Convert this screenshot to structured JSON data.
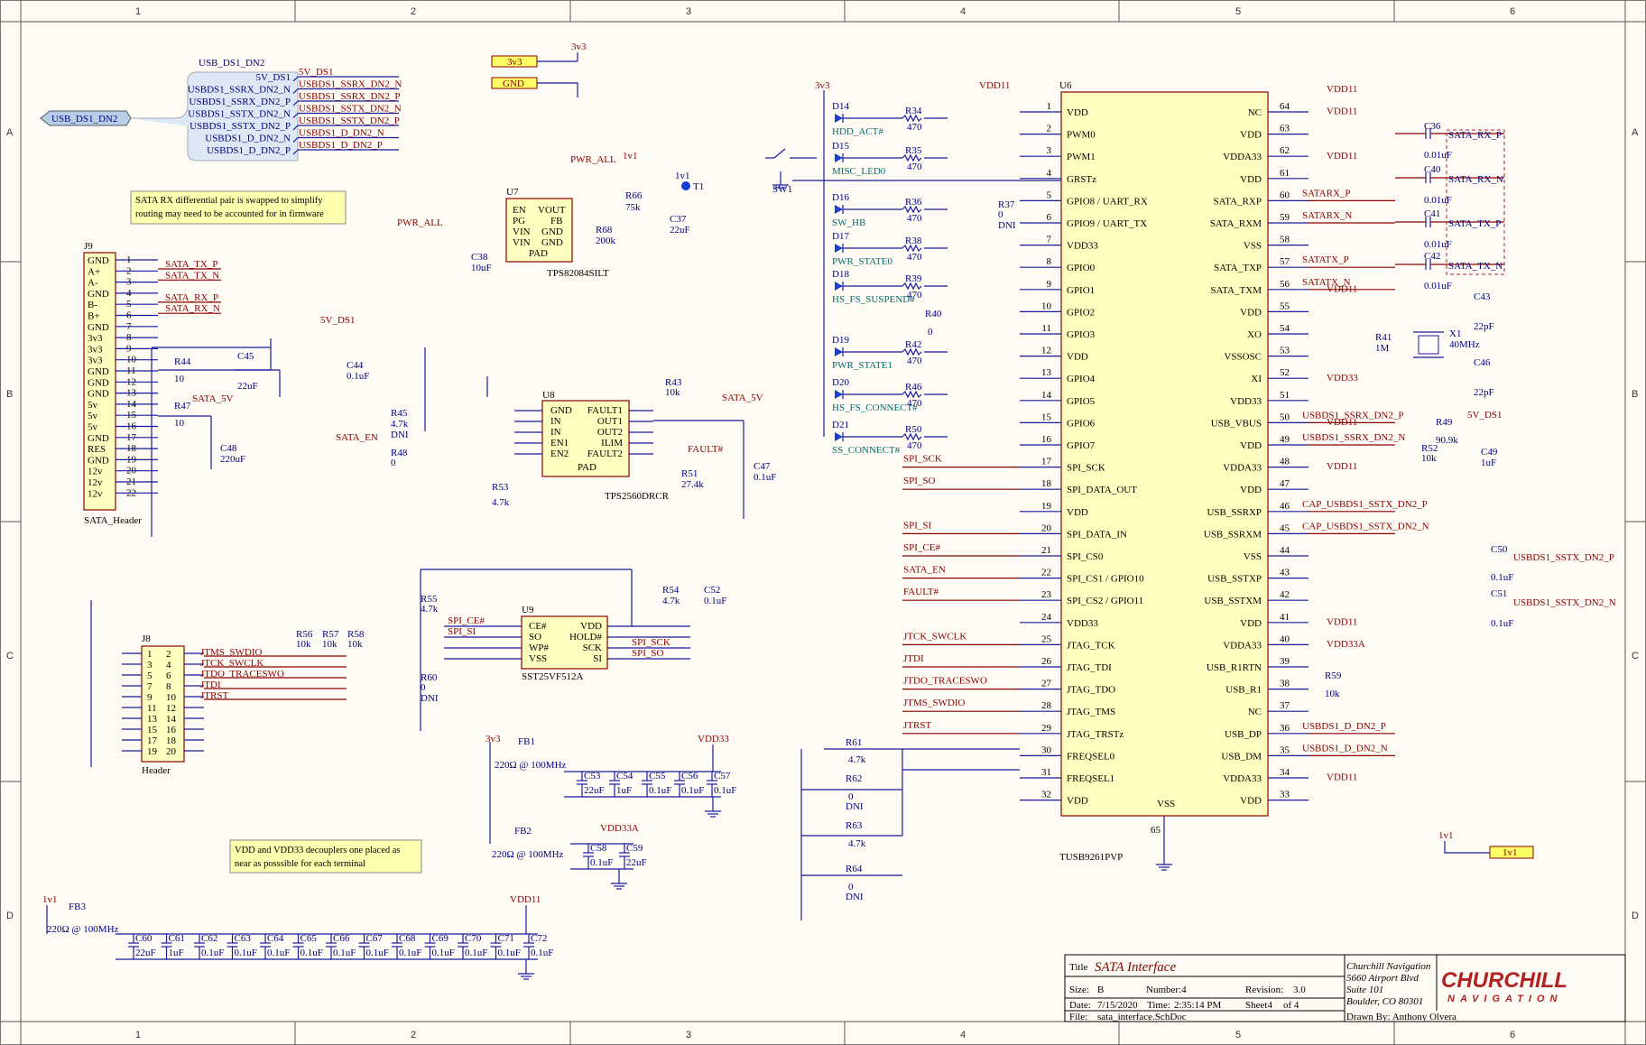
{
  "sheet": {
    "zones_top": [
      "1",
      "2",
      "3",
      "4",
      "5",
      "6"
    ],
    "zones_side": [
      "A",
      "B",
      "C",
      "D"
    ]
  },
  "title_block": {
    "title_label": "Title",
    "title": "SATA Interface",
    "size_label": "Size:",
    "size": "B",
    "number": "Number:4",
    "revision_label": "Revision:",
    "revision": "3.0",
    "date_label": "Date:",
    "date": "7/15/2020",
    "time_label": "Time:",
    "time": "2:35:14 PM",
    "sheet": "Sheet4",
    "of": "of  4",
    "file_label": "File:",
    "file": "sata_interface.SchDoc",
    "company": "Churchill Navigation",
    "addr1": "5660 Airport Blvd",
    "addr2": "Suite 101",
    "addr3": "Boulder, CO 80301",
    "drawn_by": "Drawn By:  Anthony Olvera",
    "logo_top": "CHURCHILL",
    "logo_bottom": "NAVIGATION"
  },
  "notes": {
    "sata_rx": [
      "SATA RX differential pair is swapped to simplify",
      "routing may need to be accounted for in firmware"
    ],
    "decouplers": [
      "VDD and VDD33 decouplers one placed as",
      "near as posssible for each terminal"
    ]
  },
  "bus": {
    "port": "USB_DS1_DN2",
    "label": "USB_DS1_DN2",
    "entries": [
      "5V_DS1",
      "USBDS1_SSRX_DN2_N",
      "USBDS1_SSRX_DN2_P",
      "USBDS1_SSTX_DN2_N",
      "USBDS1_SSTX_DN2_P",
      "USBDS1_D_DN2_N",
      "USBDS1_D_DN2_P"
    ],
    "nets": [
      "5V_DS1",
      "USBDS1_SSRX_DN2_N",
      "USBDS1_SSRX_DN2_P",
      "USBDS1_SSTX_DN2_N",
      "USBDS1_SSTX_DN2_P",
      "USBDS1_D_DN2_N",
      "USBDS1_D_DN2_P"
    ]
  },
  "ports": {
    "p3v3": "3v3",
    "gnd": "GND",
    "p1v1": "1v1"
  },
  "j9": {
    "ref": "J9",
    "name": "SATA_Header",
    "pins": [
      "GND",
      "A+",
      "A-",
      "GND",
      "B-",
      "B+",
      "GND",
      "3v3",
      "3v3",
      "3v3",
      "GND",
      "GND",
      "GND",
      "5v",
      "5v",
      "5v",
      "GND",
      "RES",
      "GND",
      "12v",
      "12v",
      "12v"
    ],
    "nets": [
      "SATA_TX_P",
      "SATA_TX_N",
      "",
      "SATA_RX_P",
      "SATA_RX_N"
    ]
  },
  "u6": {
    "ref": "U6",
    "part": "TUSB9261PVP",
    "left": [
      [
        "1",
        "VDD"
      ],
      [
        "2",
        "PWM0"
      ],
      [
        "3",
        "PWM1"
      ],
      [
        "4",
        "GRSTz"
      ],
      [
        "5",
        "GPIO8 / UART_RX"
      ],
      [
        "6",
        "GPIO9 / UART_TX"
      ],
      [
        "7",
        "VDD33"
      ],
      [
        "8",
        "GPIO0"
      ],
      [
        "9",
        "GPIO1"
      ],
      [
        "10",
        "GPIO2"
      ],
      [
        "11",
        "GPIO3"
      ],
      [
        "12",
        "VDD"
      ],
      [
        "13",
        "GPIO4"
      ],
      [
        "14",
        "GPIO5"
      ],
      [
        "15",
        "GPIO6"
      ],
      [
        "16",
        "GPIO7"
      ],
      [
        "17",
        "SPI_SCK"
      ],
      [
        "18",
        "SPI_DATA_OUT"
      ],
      [
        "19",
        "VDD"
      ],
      [
        "20",
        "SPI_DATA_IN"
      ],
      [
        "21",
        "SPI_CS0"
      ],
      [
        "22",
        "SPI_CS1 / GPIO10"
      ],
      [
        "23",
        "SPI_CS2 / GPIO11"
      ],
      [
        "24",
        "VDD33"
      ],
      [
        "25",
        "JTAG_TCK"
      ],
      [
        "26",
        "JTAG_TDI"
      ],
      [
        "27",
        "JTAG_TDO"
      ],
      [
        "28",
        "JTAG_TMS"
      ],
      [
        "29",
        "JTAG_TRSTz"
      ],
      [
        "30",
        "FREQSEL0"
      ],
      [
        "31",
        "FREQSEL1"
      ],
      [
        "32",
        "VDD"
      ]
    ],
    "right": [
      [
        "64",
        "NC"
      ],
      [
        "63",
        "VDD"
      ],
      [
        "62",
        "VDDA33"
      ],
      [
        "61",
        "VDD"
      ],
      [
        "60",
        "SATA_RXP"
      ],
      [
        "59",
        "SATA_RXM"
      ],
      [
        "58",
        "VSS"
      ],
      [
        "57",
        "SATA_TXP"
      ],
      [
        "56",
        "SATA_TXM"
      ],
      [
        "55",
        "VDD"
      ],
      [
        "54",
        "XO"
      ],
      [
        "53",
        "VSSOSC"
      ],
      [
        "52",
        "XI"
      ],
      [
        "51",
        "VDD33"
      ],
      [
        "50",
        "USB_VBUS"
      ],
      [
        "49",
        "VDD"
      ],
      [
        "48",
        "VDDA33"
      ],
      [
        "47",
        "VDD"
      ],
      [
        "46",
        "USB_SSRXP"
      ],
      [
        "45",
        "USB_SSRXM"
      ],
      [
        "44",
        "VSS"
      ],
      [
        "43",
        "USB_SSTXP"
      ],
      [
        "42",
        "USB_SSTXM"
      ],
      [
        "41",
        "VDD"
      ],
      [
        "40",
        "VDDA33"
      ],
      [
        "39",
        "USB_R1RTN"
      ],
      [
        "38",
        "USB_R1"
      ],
      [
        "37",
        "NC"
      ],
      [
        "36",
        "USB_DP"
      ],
      [
        "35",
        "USB_DM"
      ],
      [
        "34",
        "VDDA33"
      ],
      [
        "33",
        "VDD"
      ]
    ],
    "bottom_pin": "65",
    "bottom_name": "VSS",
    "left_nets": {
      "SPI_SCK": "SPI_SCK",
      "SPI_SO": "SPI_SO",
      "SPI_SI": "SPI_SI",
      "SPI_CE": "SPI_CE#",
      "SATA_EN": "SATA_EN",
      "FAULT": "FAULT#",
      "JTCK": "JTCK_SWCLK",
      "JTDI": "JTDI",
      "JTDO": "JTDO_TRACESWO",
      "JTMS": "JTMS_SWDIO",
      "JTRST": "JTRST"
    },
    "right_nets": [
      "SATARX_P",
      "SATARX_N",
      "SATATX_P",
      "SATATX_N",
      "USBDS1_SSRX_DN2_P",
      "USBDS1_SSRX_DN2_N",
      "CAP_USBDS1_SSTX_DN2_P",
      "CAP_USBDS1_SSTX_DN2_N",
      "USBDS1_D_DN2_P",
      "USBDS1_D_DN2_N"
    ],
    "supplies": [
      "VDD11",
      "VDD33A",
      "VDD33"
    ]
  },
  "leds": [
    {
      "ref": "D14",
      "net": "HDD_ACT#",
      "r": "R34",
      "v": "470"
    },
    {
      "ref": "D15",
      "net": "MISC_LED0",
      "r": "R35",
      "v": "470"
    },
    {
      "ref": "D16",
      "net": "SW_HB",
      "r": "R36",
      "v": "470"
    },
    {
      "ref": "D17",
      "net": "PWR_STATE0",
      "r": "R38",
      "v": "470"
    },
    {
      "ref": "D18",
      "net": "HS_FS_SUSPEND#",
      "r": "R39",
      "v": "470"
    },
    {
      "ref": "D19",
      "net": "PWR_STATE1",
      "r": "R42",
      "v": "470"
    },
    {
      "ref": "D20",
      "net": "HS_FS_CONNECT#",
      "r": "R46",
      "v": "470"
    },
    {
      "ref": "D21",
      "net": "SS_CONNECT#",
      "r": "R50",
      "v": "470"
    }
  ],
  "parts": {
    "sw1": "SW1",
    "r37": "R37",
    "r37v": "0",
    "r37d": "DNI",
    "r40": "R40",
    "r40v": "0",
    "u7": "U7",
    "u7part": "TPS82084SILT",
    "u7pins": [
      "EN",
      "PG",
      "VIN",
      "VIN",
      "VOUT",
      "FB",
      "GND",
      "GND",
      "PAD"
    ],
    "r66": "R66",
    "r66v": "75k",
    "r68": "R68",
    "r68v": "200k",
    "c37": "C37",
    "c37v": "22uF",
    "c38": "C38",
    "c38v": "10uF",
    "pwr_all": "PWR_ALL",
    "t1": "T1",
    "v1v1": "1v1",
    "u8": "U8",
    "u8part": "TPS2560DRCR",
    "u8pins": [
      "GND",
      "IN",
      "IN",
      "EN1",
      "EN2",
      "PAD",
      "FAULT1",
      "OUT1",
      "OUT2",
      "ILIM",
      "FAULT2"
    ],
    "r43": "R43",
    "r43v": "10k",
    "r45": "R45",
    "r45v": "4.7k",
    "r45d": "DNI",
    "r48": "R48",
    "r48v": "0",
    "r51": "R51",
    "r51v": "27.4k",
    "r53": "R53",
    "r53v": "4.7k",
    "c44": "C44",
    "c44v": "0.1uF",
    "c47": "C47",
    "c47v": "0.1uF",
    "sata_5v": "SATA_5V",
    "sata_en": "SATA_EN",
    "fault": "FAULT#",
    "v5ds1": "5V_DS1",
    "c45": "C45",
    "c45v": "22uF",
    "c48": "C48",
    "c48v": "220uF",
    "r44": "R44",
    "r44v": "10",
    "r47": "R47",
    "r47v": "10",
    "u9": "U9",
    "u9part": "SST25VF512A",
    "u9pins": [
      "CE#",
      "SO",
      "WP#",
      "VSS",
      "VDD",
      "HOLD#",
      "SCK",
      "SI"
    ],
    "r55": "R55",
    "r55v": "4.7k",
    "r60": "R60",
    "r60v": "0",
    "r60d": "DNI",
    "r54": "R54",
    "r54v": "4.7k",
    "c52": "C52",
    "c52v": "0.1uF",
    "j8": "J8",
    "j8name": "Header",
    "j8nets": [
      "JTMS_SWDIO",
      "JTCK_SWCLK",
      "JTDO_TRACESWO",
      "JTDI",
      "JTRST"
    ],
    "r56": "R56",
    "r56v": "10k",
    "r57": "R57",
    "r57v": "10k",
    "r58": "R58",
    "r58v": "10k",
    "fb1": "FB1",
    "fb1v": "220Ω @ 100MHz",
    "fb2": "FB2",
    "fb2v": "220Ω @ 100MHz",
    "fb3": "FB3",
    "fb3v": "220Ω @ 100MHz",
    "vdd33": "VDD33",
    "vdd33a": "VDD33A",
    "vdd11": "VDD11",
    "caps_vdd33": [
      [
        "C53",
        "22uF"
      ],
      [
        "C54",
        "1uF"
      ],
      [
        "C55",
        "0.1uF"
      ],
      [
        "C56",
        "0.1uF"
      ],
      [
        "C57",
        "0.1uF"
      ]
    ],
    "caps_vdd33a": [
      [
        "C58",
        "0.1uF"
      ],
      [
        "C59",
        "22uF"
      ]
    ],
    "caps_vdd11": [
      [
        "C60",
        "22uF"
      ],
      [
        "C61",
        "1uF"
      ],
      [
        "C62",
        "0.1uF"
      ],
      [
        "C63",
        "0.1uF"
      ],
      [
        "C64",
        "0.1uF"
      ],
      [
        "C65",
        "0.1uF"
      ],
      [
        "C66",
        "0.1uF"
      ],
      [
        "C67",
        "0.1uF"
      ],
      [
        "C68",
        "0.1uF"
      ],
      [
        "C69",
        "0.1uF"
      ],
      [
        "C70",
        "0.1uF"
      ],
      [
        "C71",
        "0.1uF"
      ],
      [
        "C72",
        "0.1uF"
      ]
    ],
    "r61": "R61",
    "r61v": "4.7k",
    "r62": "R62",
    "r62v": "0",
    "r62d": "DNI",
    "r63": "R63",
    "r63v": "4.7k",
    "r64": "R64",
    "r64v": "0",
    "r64d": "DNI",
    "c36": "C36",
    "c40": "C40",
    "c41": "C41",
    "c42": "C42",
    "cap01": "0.01uF",
    "sata_rx_p": "SATA_RX_P",
    "sata_rx_n": "SATA_RX_N",
    "sata_tx_p": "SATA_TX_P",
    "sata_tx_n": "SATA_TX_N",
    "x1": "X1",
    "x1v": "40MHz",
    "c43": "C43",
    "c43v": "22pF",
    "c46": "C46",
    "c46v": "22pF",
    "r41": "R41",
    "r41v": "1M",
    "r49": "R49",
    "r49v": "90.9k",
    "r52": "R52",
    "r52v": "10k",
    "c49": "C49",
    "c49v": "1uF",
    "c50": "C50",
    "c50v": "0.1uF",
    "c51": "C51",
    "c51v": "0.1uF",
    "sstxp": "USBDS1_SSTX_DN2_P",
    "sstxn": "USBDS1_SSTX_DN2_N",
    "r59": "R59",
    "r59v": "10k"
  }
}
